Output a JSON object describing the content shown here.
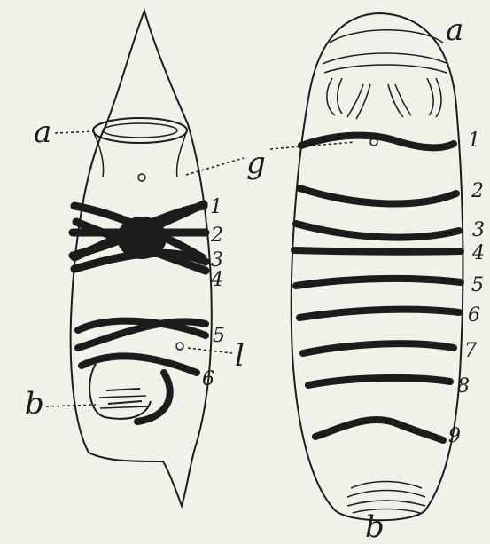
{
  "left_specimen": {
    "label_a": "a",
    "label_g": "g",
    "label_b": "b",
    "label_l": "l",
    "band_numbers": [
      "1",
      "2",
      "3",
      "4",
      "5",
      "6"
    ]
  },
  "right_specimen": {
    "label_a": "a",
    "label_bottom": "b",
    "band_numbers": [
      "1",
      "2",
      "3",
      "4",
      "5",
      "6",
      "7",
      "8",
      "9"
    ]
  },
  "colors": {
    "ink": "#1c1c1c",
    "paper": "#f1f0e9"
  }
}
